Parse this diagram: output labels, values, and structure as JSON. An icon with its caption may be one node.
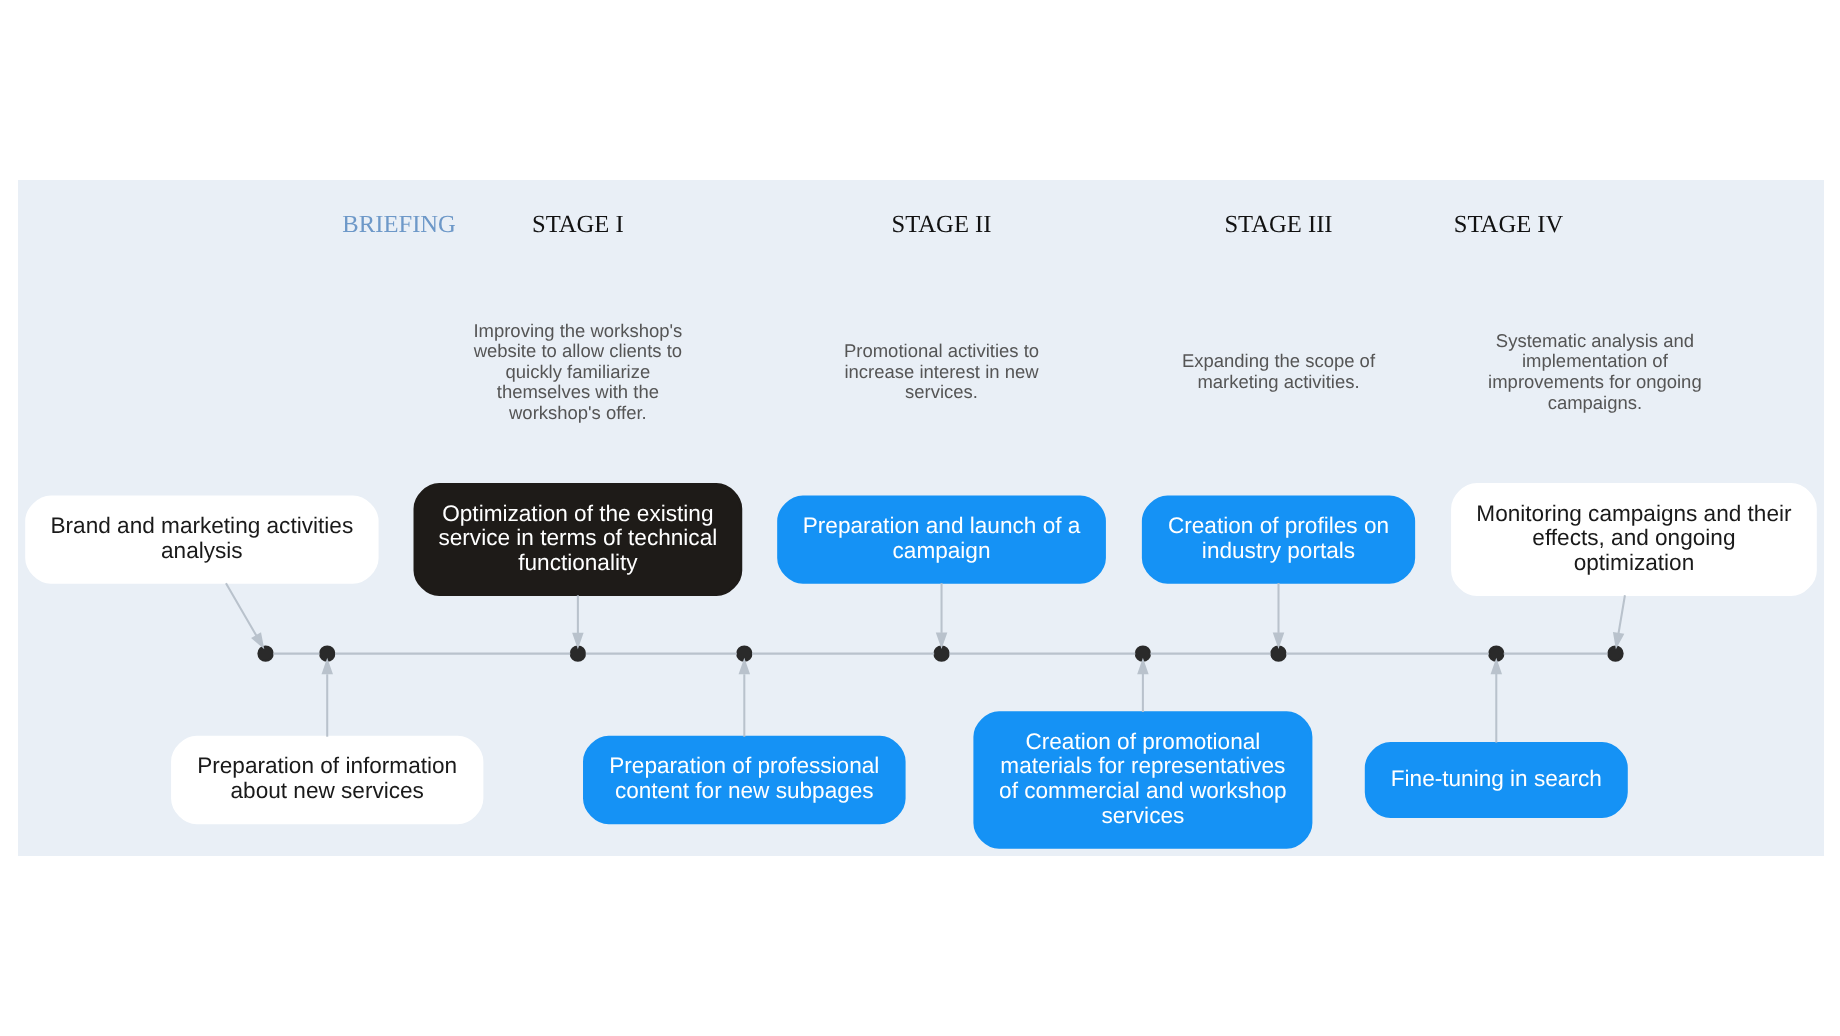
{
  "diagram": {
    "nodes": [
      {
        "text": [
          "Brand and marketing activities analysis"
        ]
      },
      {
        "text": [
          "Preparation of information about new services"
        ]
      },
      {
        "text": [
          "Optimization of the existing service in terms of technical functionality"
        ]
      },
      {
        "text": [
          "Preparation of professional content for new subpages"
        ]
      },
      {
        "text": [
          "Preparation and launch of a campaign"
        ]
      },
      {
        "text": [
          "Creation of promotional materials for representatives of commercial and workshop services"
        ]
      },
      {
        "text": [
          "Creation of profiles on industry portals"
        ]
      },
      {
        "text": [
          "Fine-tuning in search"
        ]
      },
      {
        "text": [
          "Monitoring campaigns and their effects, and ongoing optimization"
        ]
      },
      {
        "text": [],
        "shape": "circle"
      },
      {
        "text": [],
        "shape": "circle"
      },
      {
        "text": [],
        "shape": "circle"
      },
      {
        "text": [],
        "shape": "circle"
      },
      {
        "text": [],
        "shape": "circle"
      },
      {
        "text": [],
        "shape": "circle"
      },
      {
        "text": [],
        "shape": "circle"
      },
      {
        "text": [],
        "shape": "circle"
      },
      {
        "text": [],
        "shape": "circle"
      }
    ],
    "edges": [
      {
        "from": 0,
        "to": 9,
        "arrow": "to"
      },
      {
        "from": 1,
        "to": 10,
        "arrow": "to"
      },
      {
        "from": 2,
        "to": 11,
        "arrow": "to"
      },
      {
        "from": 3,
        "to": 12,
        "arrow": "to"
      },
      {
        "from": 4,
        "to": 13,
        "arrow": "to"
      },
      {
        "from": 5,
        "to": 14,
        "arrow": "to"
      },
      {
        "from": 6,
        "to": 15,
        "arrow": "to"
      },
      {
        "from": 7,
        "to": 16,
        "arrow": "to"
      },
      {
        "from": 8,
        "to": 17,
        "arrow": "to"
      },
      {
        "from": 9,
        "to": 10,
        "arrow": "none"
      },
      {
        "from": 10,
        "to": 11,
        "arrow": "none"
      },
      {
        "from": 11,
        "to": 12,
        "arrow": "none"
      },
      {
        "from": 12,
        "to": 13,
        "arrow": "none"
      },
      {
        "from": 13,
        "to": 14,
        "arrow": "none"
      },
      {
        "from": 14,
        "to": 15,
        "arrow": "none"
      },
      {
        "from": 15,
        "to": 16,
        "arrow": "none"
      },
      {
        "from": 16,
        "to": 17,
        "arrow": "none"
      }
    ],
    "labels": [
      "BRIEFING",
      "STAGE I",
      "Improving the workshop's website to allow clients to quickly familiarize themselves with the workshop's offer.",
      "STAGE II",
      "Promotional activities to increase interest in new services.",
      "STAGE III",
      "Expanding the scope of marketing activities.",
      "STAGE IV",
      "Systematic analysis and implementation of improvements for ongoing campaigns."
    ]
  }
}
